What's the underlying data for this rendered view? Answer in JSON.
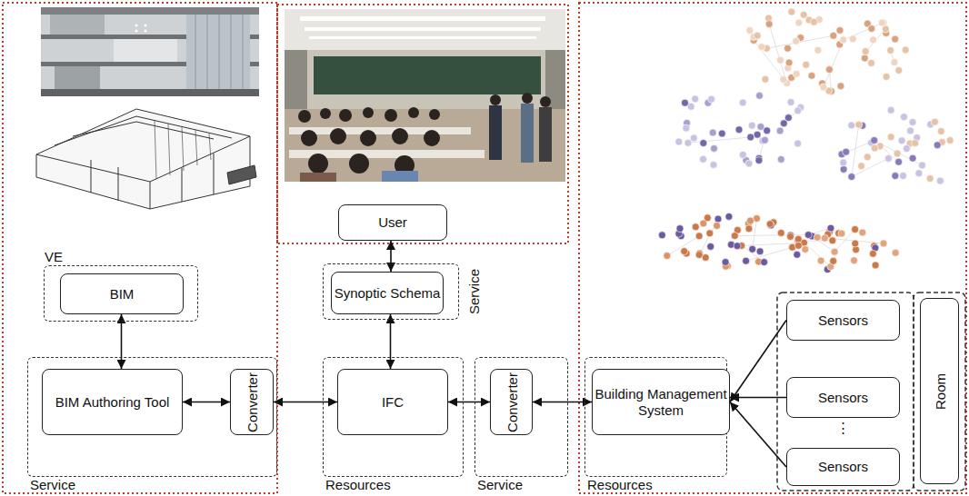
{
  "diagram": {
    "nodes": [
      {
        "text": [
          "VE"
        ]
      },
      {
        "text": [
          "BIM"
        ],
        "in": 0
      },
      {
        "text": [
          "Service"
        ]
      },
      {
        "text": [
          "BIM Authoring Tool"
        ],
        "in": 2
      },
      {
        "text": [
          "Converter"
        ],
        "in": 2
      },
      {
        "text": [
          "User"
        ]
      },
      {
        "text": [
          "Service"
        ]
      },
      {
        "text": [
          "Synoptic Schema"
        ],
        "in": 6
      },
      {
        "text": [
          "Resources"
        ]
      },
      {
        "text": [
          "IFC"
        ],
        "in": 8
      },
      {
        "text": [
          "Service"
        ]
      },
      {
        "text": [
          "Converter"
        ],
        "in": 10
      },
      {
        "text": [
          "Resources"
        ]
      },
      {
        "text": [
          "Building Management System"
        ],
        "in": 12
      },
      {
        "text": [
          "Sensors"
        ]
      },
      {
        "text": [
          "Sensors"
        ]
      },
      {
        "text": [
          "Sensors"
        ]
      },
      {
        "text": [
          "Room"
        ]
      }
    ],
    "edges": [
      {
        "from": 1,
        "to": 3,
        "arrow": "both"
      },
      {
        "from": 3,
        "to": 4,
        "arrow": "both"
      },
      {
        "from": 4,
        "to": 9,
        "arrow": "both"
      },
      {
        "from": 5,
        "to": 7,
        "arrow": "both"
      },
      {
        "from": 7,
        "to": 9,
        "arrow": "both"
      },
      {
        "from": 9,
        "to": 11,
        "arrow": "both"
      },
      {
        "from": 11,
        "to": 13,
        "arrow": "both"
      },
      {
        "from": 14,
        "to": 13,
        "arrow": "to"
      },
      {
        "from": 15,
        "to": 13,
        "arrow": "to"
      },
      {
        "from": 16,
        "to": 13,
        "arrow": "to"
      }
    ],
    "labels": [
      "⋮"
    ]
  }
}
